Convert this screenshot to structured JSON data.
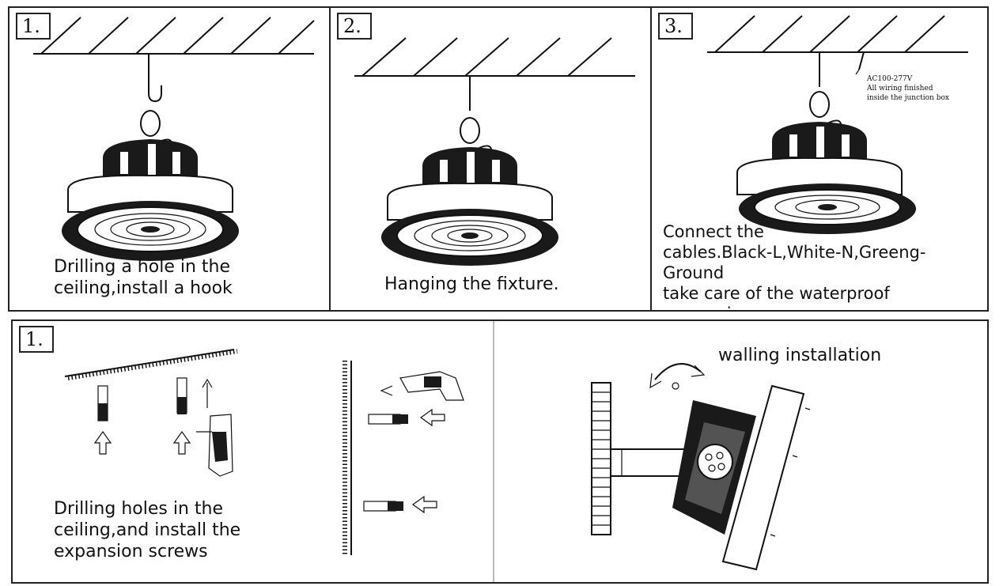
{
  "steps_top": [
    {
      "number": "1.",
      "caption": "Drilling a hole in the\nceiling,install a hook"
    },
    {
      "number": "2.",
      "caption": "Hanging the fixture."
    },
    {
      "number": "3.",
      "caption": "Connect the\ncables.Black-L,White-N,Greeng-Ground\ntake care of the waterproof\nprocessing.",
      "note": "AC100-277V\nAll wiring finished\ninside the junction box"
    }
  ],
  "bottom": {
    "number": "1.",
    "caption": "Drilling holes in the\nceiling,and install the\nexpansion screws",
    "wall_title": "walling installation"
  },
  "icons": [
    "ceiling-hatch",
    "hook-icon",
    "high-bay-light",
    "drill-icon",
    "expansion-screw-icon",
    "arrow-icon",
    "brick-wall",
    "rotate-arrow-icon",
    "wall-bracket"
  ]
}
